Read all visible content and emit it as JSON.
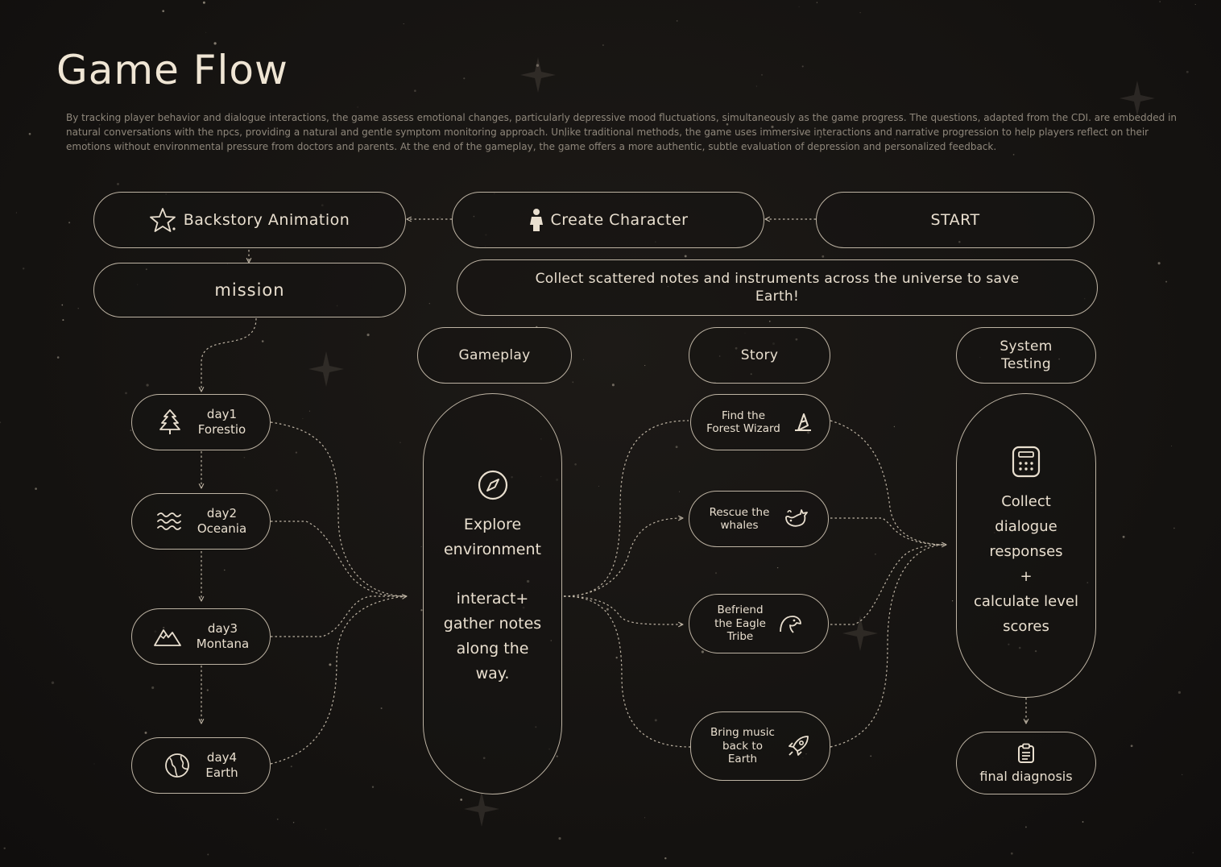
{
  "title": "Game Flow",
  "description": "By tracking player behavior and dialogue interactions, the game assess emotional changes, particularly depressive mood fluctuations, simultaneously as the game progress. The questions, adapted from the CDI. are embedded in natural conversations with the npcs, providing a natural and gentle symptom monitoring approach. Unlike traditional methods, the game uses immersive interactions and narrative progression to help players reflect on their emotions without environmental pressure from doctors and parents. At the end of the gameplay, the game offers a more authentic, subtle evaluation of depression and personalized feedback.",
  "nodes": {
    "start": {
      "label": "START"
    },
    "create_character": {
      "label": "Create Character",
      "icon": "person-icon"
    },
    "backstory": {
      "label": "Backstory Animation",
      "icon": "star-icon"
    },
    "mission": {
      "label": "mission"
    },
    "mission_text": {
      "line1": "Collect scattered notes and instruments across the universe to save",
      "line2": "Earth!"
    },
    "gameplay": {
      "label": "Gameplay"
    },
    "story": {
      "label": "Story"
    },
    "system_testing": {
      "line1": "System",
      "line2": "Testing"
    },
    "days": [
      {
        "line1": "day1",
        "line2": "Forestio",
        "icon": "tree-icon"
      },
      {
        "line1": "day2",
        "line2": "Oceania",
        "icon": "waves-icon"
      },
      {
        "line1": "day3",
        "line2": "Montana",
        "icon": "mountain-icon"
      },
      {
        "line1": "day4",
        "line2": "Earth",
        "icon": "globe-icon"
      }
    ],
    "explore": {
      "line1": "Explore",
      "line2": "environment",
      "line3": "interact+",
      "line4": "gather notes",
      "line5": "along the",
      "line6": "way.",
      "icon": "compass-icon"
    },
    "story_items": [
      {
        "line1": "Find the",
        "line2": "Forest Wizard",
        "line3": "",
        "icon": "wizard-hat-icon"
      },
      {
        "line1": "Rescue the",
        "line2": "whales",
        "line3": "",
        "icon": "whale-icon"
      },
      {
        "line1": "Befriend",
        "line2": "the Eagle",
        "line3": "Tribe",
        "icon": "eagle-icon"
      },
      {
        "line1": "Bring music",
        "line2": "back to",
        "line3": "Earth",
        "icon": "rocket-icon"
      }
    ],
    "collect": {
      "line1": "Collect",
      "line2": "dialogue",
      "line3": "responses",
      "line4": "+",
      "line5": "calculate level",
      "line6": "scores",
      "icon": "calculator-icon"
    },
    "final": {
      "label": "final diagnosis",
      "icon": "clipboard-icon"
    }
  },
  "colors": {
    "background": "#161412",
    "line": "#bdb3a3",
    "text": "#e9dfcf",
    "muted": "#8f877b"
  }
}
